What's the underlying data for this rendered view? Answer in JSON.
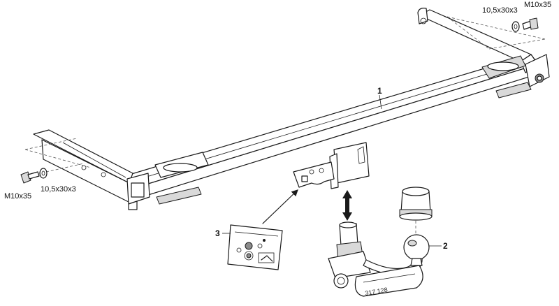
{
  "labels": {
    "part1": "1",
    "part2": "2",
    "part3": "3",
    "bolt_left": "M10x35",
    "washer_left": "10,5x30x3",
    "bolt_right": "M10x35",
    "washer_right": "10,5x30x3",
    "ball_neck_stamp": "317 128"
  }
}
